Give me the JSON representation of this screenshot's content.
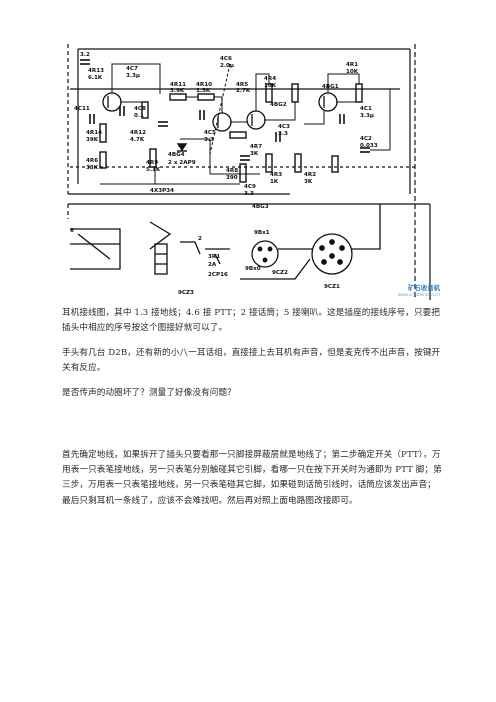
{
  "schematic": {
    "component_labels": [
      "3.2",
      "4R13",
      "6.1K",
      "4C7",
      "3.3μ",
      "4C8",
      "0.1",
      "4R11",
      "3.9K",
      "4R10",
      "1.5K",
      "4C6",
      "2.0μ",
      "4R5",
      "2.7K",
      "4R4",
      "10K",
      "4R1",
      "10K",
      "4BG2",
      "4BG1",
      "4C1",
      "3.3μ",
      "4C11",
      "4R14",
      "39K",
      "4R12",
      "4.7K",
      "4C5",
      "3.3",
      "4C3",
      "3.3",
      "4C2",
      "0.033",
      "4R6",
      "33K",
      "4BG4",
      "2 x 2AP9",
      "4R9",
      "5.1K",
      "4R8",
      "390",
      "4R7",
      "3K",
      "4R3",
      "1K",
      "4R2",
      "3K",
      "4C9",
      "3.3",
      "4X3P34",
      "4BG3",
      "9Bx1",
      "9Bx0",
      "9CZ2",
      "9CZ1",
      "9CZ3",
      "3R1",
      "2A",
      "2CP16",
      "2",
      "6"
    ]
  },
  "watermark": {
    "main": "矿石收音机",
    "sub": "www.crystalradio.cn"
  },
  "paragraphs": {
    "p1": "耳机接线图，其中 1.3 接地线；4.6 接 PTT；2 接话筒；5 接喇叭。这是插座的接线序号，只要把插头中相应的序号按这个图接好就可以了。",
    "p2": "手头有几台 D2B，还有新的小八一耳话组，直接接上去耳机有声音，但是麦克传不出声音，按键开关有反应。",
    "p3": "是否传声的动圈坏了？测量了好像没有问题？",
    "p4": "首先确定地线，如果拆开了插头只要看那一只脚接屏蔽层就是地线了；第二步确定开关（PTT），万用表一只表笔接地线，另一只表笔分别触碰其它引脚，看哪一只在按下开关时为通即为 PTT 脚；第三步，万用表一只表笔接地线，另一只表笔碰其它脚，如果碰到话筒引线时，话筒应该发出声音；最后只剩耳机一条线了，应该不会难找吧。然后再对照上面电路图改接即可。"
  }
}
